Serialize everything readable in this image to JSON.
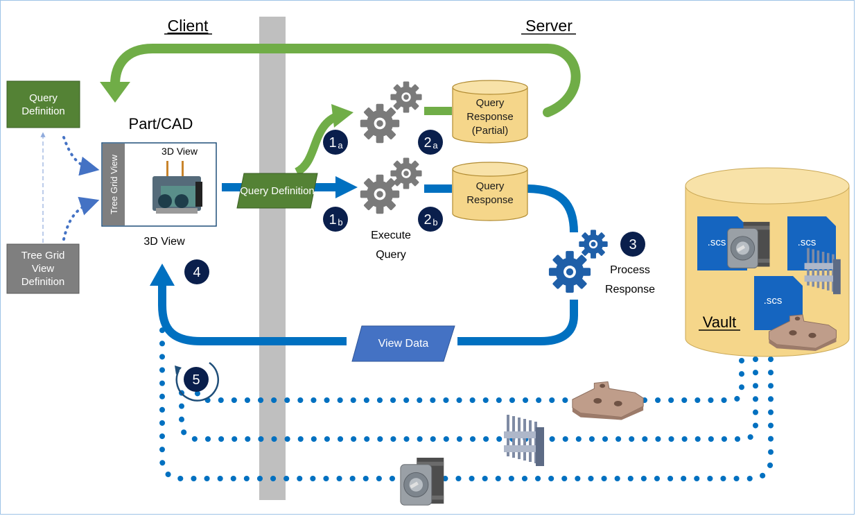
{
  "headings": {
    "client": "Client",
    "server": "Server"
  },
  "left_boxes": {
    "query_definition": "Query Definition",
    "tree_grid_view_definition": "Tree Grid View Definition"
  },
  "part_panel": {
    "title": "Part/CAD",
    "side_tab": "Tree Grid View",
    "inner_label": "3D View",
    "caption": "3D View"
  },
  "flow": {
    "query_definition": "Query Definition",
    "execute_query": "Execute Query",
    "query_response_partial": "Query Response (Partial)",
    "query_response": "Query Response",
    "process_response": "Process Response",
    "view_data": "View Data"
  },
  "steps": {
    "s1a": {
      "num": "1",
      "sub": "a"
    },
    "s1b": {
      "num": "1",
      "sub": "b"
    },
    "s2a": {
      "num": "2",
      "sub": "a"
    },
    "s2b": {
      "num": "2",
      "sub": "b"
    },
    "s3": "3",
    "s4": "4",
    "s5": "5"
  },
  "vault": {
    "label": "Vault",
    "file_ext": ".scs"
  },
  "colors": {
    "green": "#70ad47",
    "dark_green": "#548235",
    "blue": "#0070c0",
    "dark_blue": "#1f4e79",
    "navy": "#0a1f4c",
    "db_fill": "#f5d68a",
    "db_edge": "#b08a30",
    "gear_grey": "#7a7a7a",
    "divider": "#bfbfbf",
    "grey_box": "#7f7f7f",
    "file_blue": "#1565c0"
  }
}
